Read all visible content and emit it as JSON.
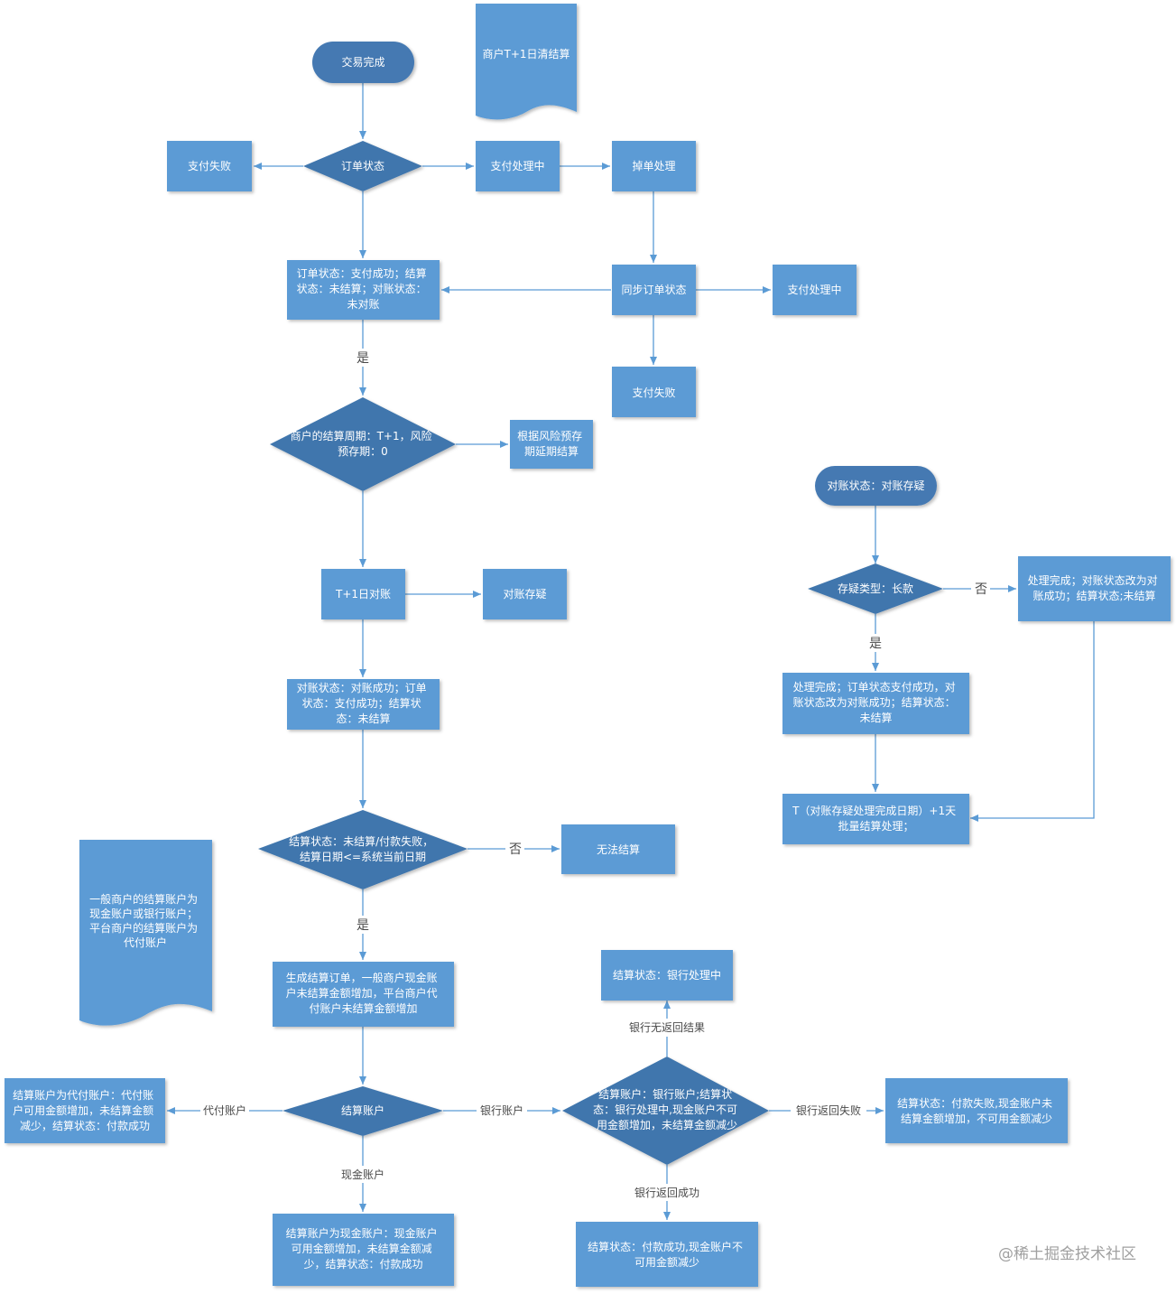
{
  "colors": {
    "box_fill": "#5b9bd5",
    "diamond_fill": "#3f76ad",
    "terminator_fill": "#4479b2",
    "document_fill": "#5b9bd5",
    "connector": "#5b9bd5"
  },
  "nodes": {
    "start": "交易完成",
    "doc_t1": "商户T+1日清结算",
    "order_status": "订单状态",
    "pay_fail_1": "支付失败",
    "pay_processing_1": "支付处理中",
    "drop_handle": "掉单处理",
    "order_success": [
      "订单状态：支付成功；结算",
      "状态：未结算；对账状态：",
      "未对账"
    ],
    "sync_status": "同步订单状态",
    "pay_processing_2": "支付处理中",
    "pay_fail_2": "支付失败",
    "settle_cycle": [
      "商户的结算周期：T+1，风险",
      "预存期：0"
    ],
    "delay_settle": [
      "根据风险预存",
      "期延期结算"
    ],
    "t1_recon": "T+1日对账",
    "recon_doubt": "对账存疑",
    "recon_success": [
      "对账状态：对账成功；订单",
      "状态：支付成功；结算状",
      "态：未结算"
    ],
    "settle_check": [
      "结算状态：未结算/付款失败，",
      "结算日期<=系统当前日期"
    ],
    "cannot_settle": "无法结算",
    "doc_account": [
      "一般商户的结算账户为",
      "现金账户或银行账户；",
      "平台商户的结算账户为",
      "代付账户"
    ],
    "gen_order": [
      "生成结算订单，一般商户现金账",
      "户未结算金额增加，平台商户代",
      "付账户未结算金额增加"
    ],
    "settle_account": "结算账户",
    "proxy_result": [
      "结算账户为代付账户：代付账",
      "户可用金额增加，未结算金额",
      "减少，结算状态：付款成功"
    ],
    "cash_result": [
      "结算账户为现金账户：现金账户",
      "可用金额增加，未结算金额减",
      "少，结算状态：付款成功"
    ],
    "bank_processing": [
      "结算账户：银行账户;结算状",
      "态：银行处理中,现金账户不可",
      "用金额增加，未结算金额减少"
    ],
    "bank_pending": "结算状态：银行处理中",
    "bank_fail": [
      "结算状态：付款失败,现金账户未",
      "结算金额增加，不可用金额减少"
    ],
    "bank_success": [
      "结算状态：付款成功,现金账户不",
      "可用金额减少"
    ],
    "doubt_start": "对账状态：对账存疑",
    "doubt_type": "存疑类型：长款",
    "doubt_no_result": [
      "处理完成；对账状态改为对",
      "账成功；结算状态;未结算"
    ],
    "doubt_yes_result": [
      "处理完成；订单状态支付成功，对",
      "账状态改为对账成功；结算状态：",
      "未结算"
    ],
    "doubt_batch": [
      "T（对账存疑处理完成日期）+1天",
      "批量结算处理；"
    ]
  },
  "edge_labels": {
    "yes_1": "是",
    "yes_2": "是",
    "no_1": "否",
    "yes_3": "是",
    "no_2": "否",
    "proxy_account": "代付账户",
    "bank_account": "银行账户",
    "cash_account": "现金账户",
    "bank_no_return": "银行无返回结果",
    "bank_return_fail": "银行返回失败",
    "bank_return_success": "银行返回成功"
  },
  "watermark": "@稀土掘金技术社区"
}
